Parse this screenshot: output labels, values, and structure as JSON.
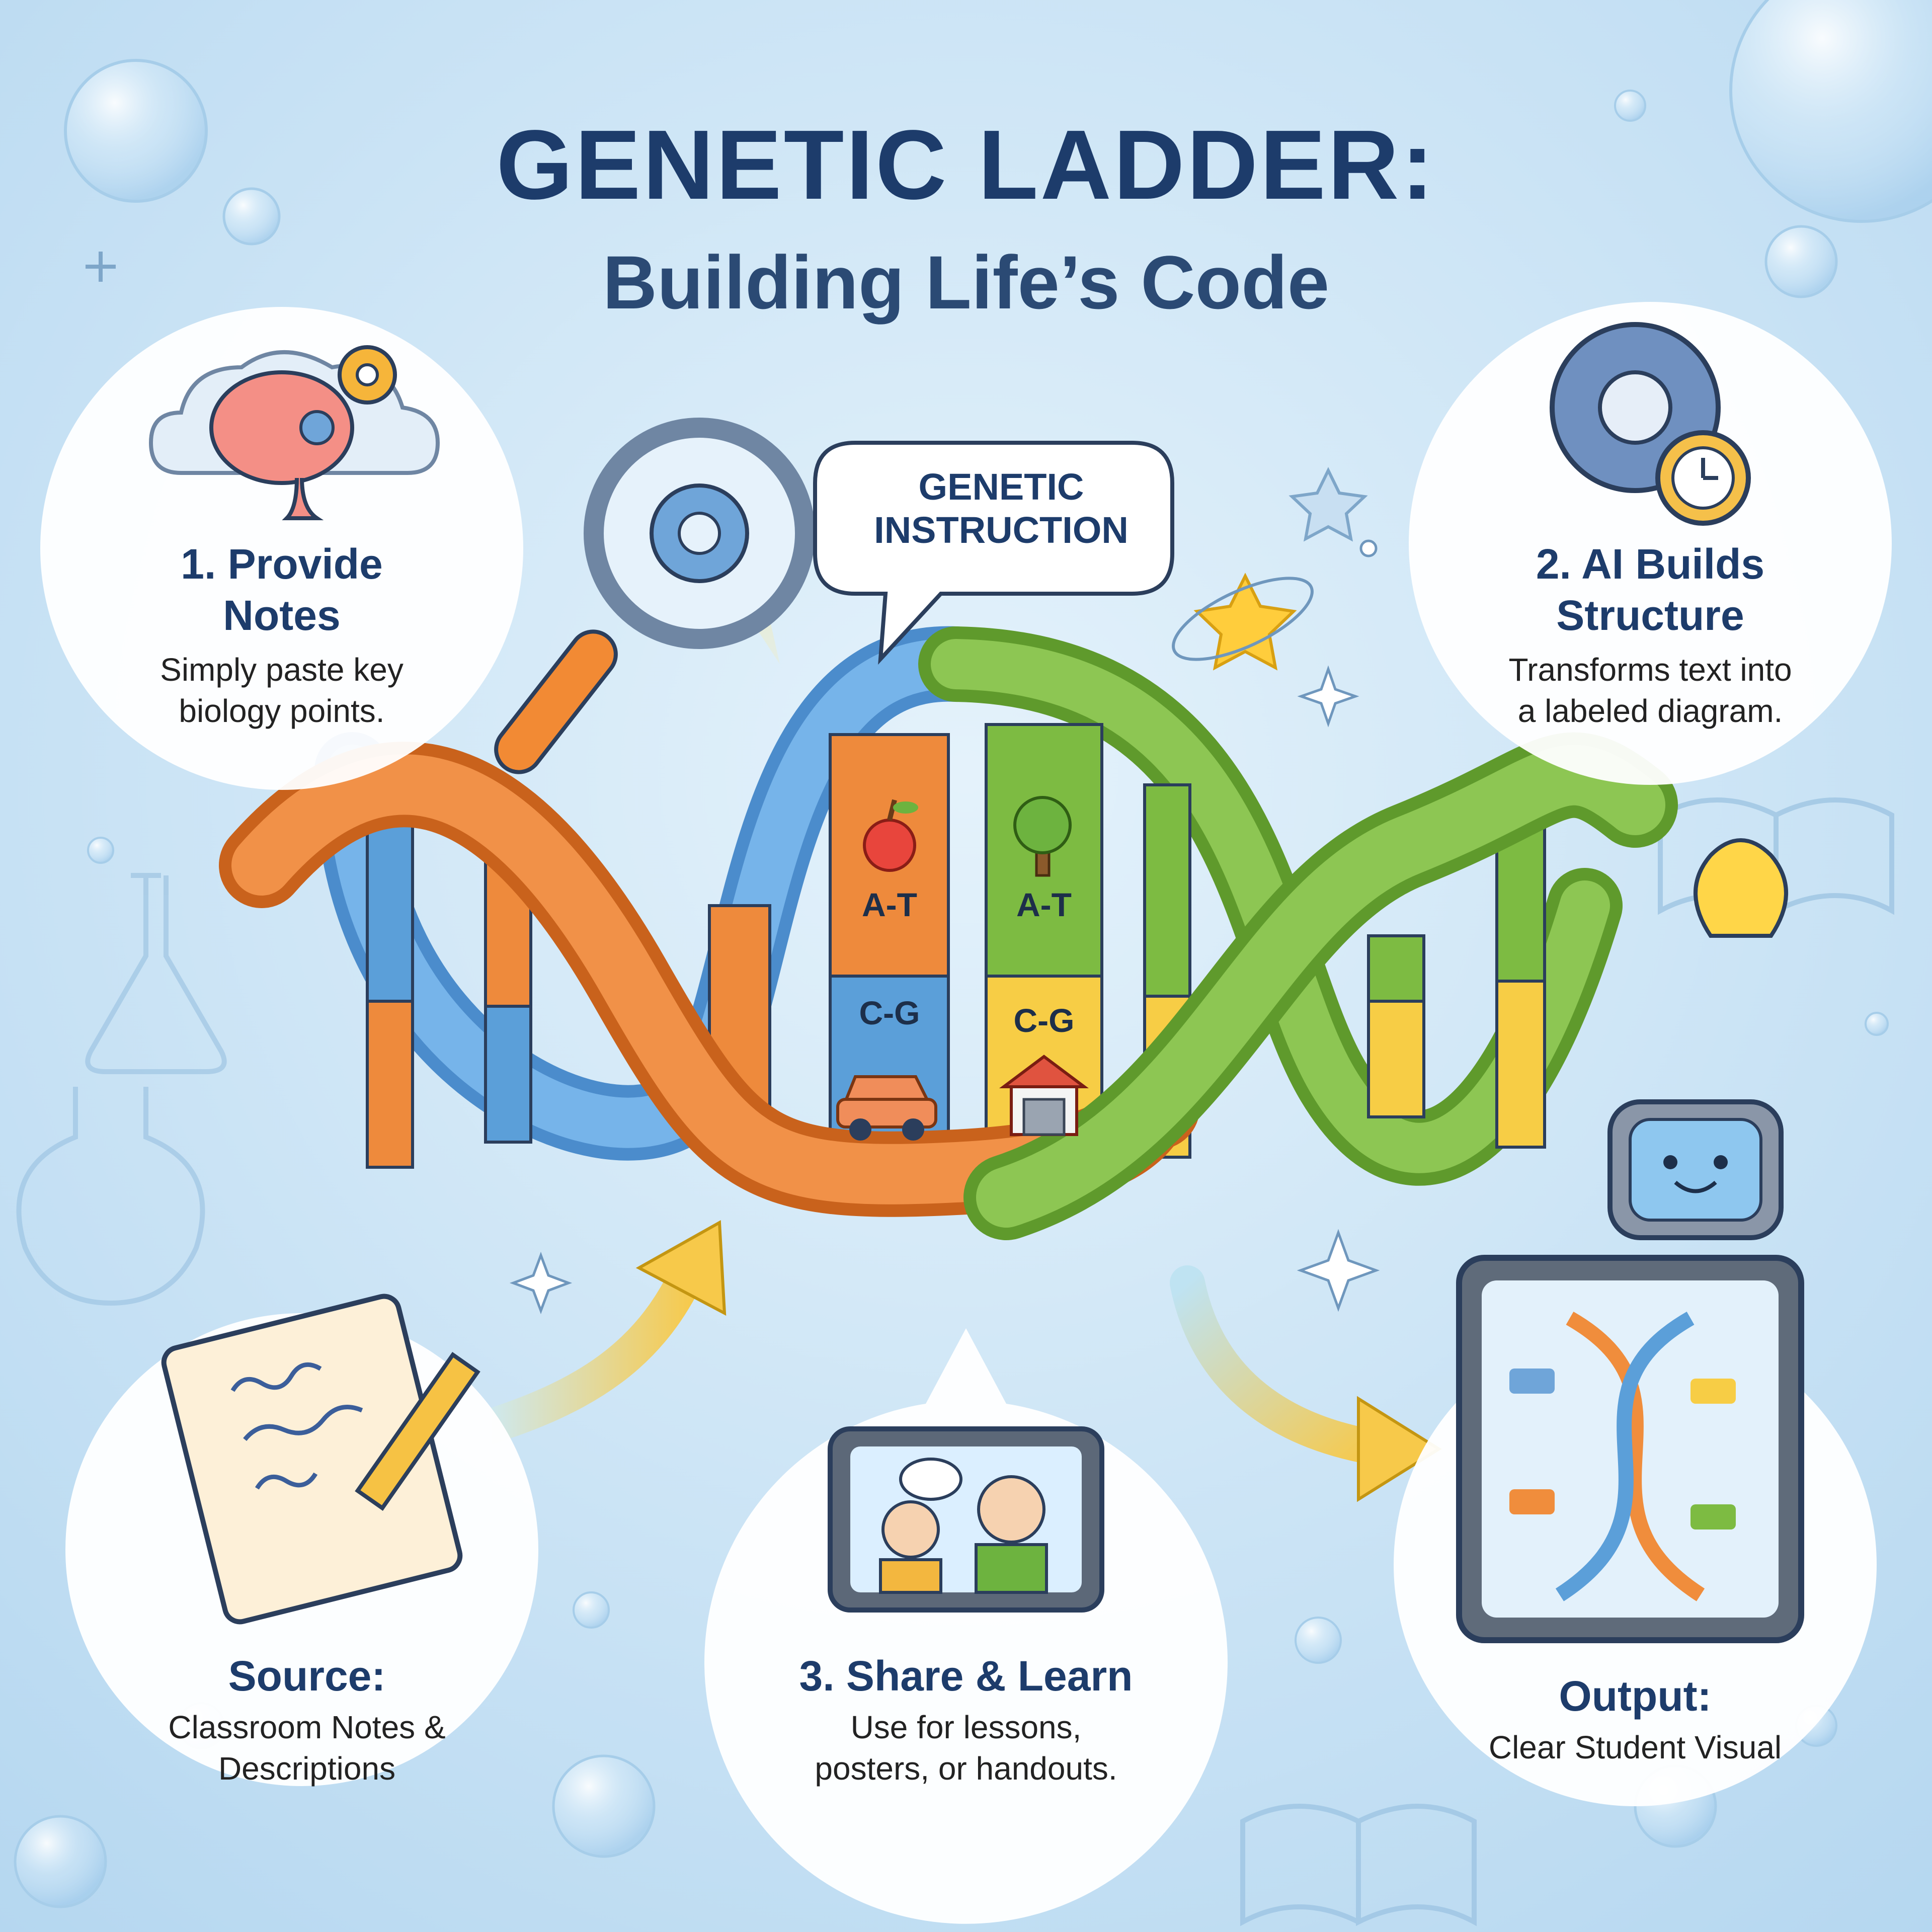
{
  "title": "GENETIC LADDER:",
  "subtitle": "Building Life’s Code",
  "speech_bubble": {
    "line1": "GENETIC",
    "line2": "INSTRUCTION"
  },
  "steps": [
    {
      "id": "provide-notes",
      "heading_line1": "1. Provide",
      "heading_line2": "Notes",
      "desc_line1": "Simply paste key",
      "desc_line2": "biology points.",
      "icon": "brain-cloud-gear-icon"
    },
    {
      "id": "ai-builds",
      "heading_line1": "2. AI Builds",
      "heading_line2": "Structure",
      "desc_line1": "Transforms text into",
      "desc_line2": "a labeled diagram.",
      "icon": "gear-clock-icon"
    },
    {
      "id": "source",
      "heading_line1": "Source:",
      "desc_line1": "Classroom Notes &",
      "desc_line2": "Descriptions",
      "icon": "notebook-pencil-icon"
    },
    {
      "id": "share-learn",
      "heading_line1": "3. Share & Learn",
      "desc_line1": "Use for lessons,",
      "desc_line2": "posters, or handouts.",
      "icon": "tablet-video-call-icon"
    },
    {
      "id": "output",
      "heading_line1": "Output:",
      "desc_line1": "Clear Student Visual",
      "icon": "robot-tablet-icon"
    }
  ],
  "base_pairs": [
    {
      "label": "A-T",
      "icon": "apple-icon"
    },
    {
      "label": "A-T",
      "icon": "tree-icon"
    },
    {
      "label": "C-G",
      "icon": "car-icon"
    },
    {
      "label": "C-G",
      "icon": "garage-icon"
    }
  ],
  "colors": {
    "strand_orange": "#ee8a3c",
    "strand_blue": "#5b9fd9",
    "strand_green": "#7dbb42",
    "rung_yellow": "#f7cd45",
    "title": "#1d3c6b",
    "background": "#cfe6f6"
  }
}
